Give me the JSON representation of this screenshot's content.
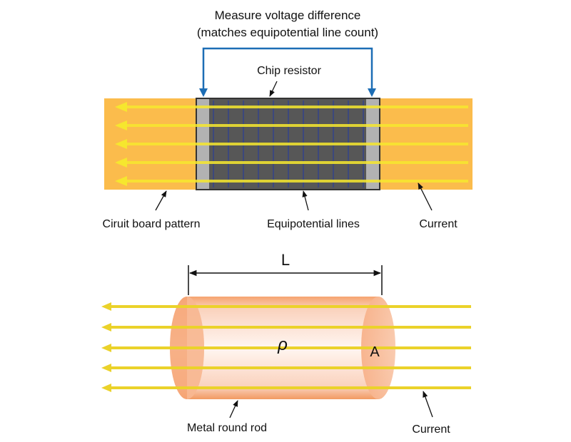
{
  "top": {
    "title_line1": "Measure voltage difference",
    "title_line2": "(matches equipotential line count)",
    "chip_resistor_label": "Chip resistor",
    "board_label": "Ciruit board pattern",
    "equipotential_label": "Equipotential lines",
    "current_label": "Current",
    "current_direction": "leftward",
    "current_line_count": 5,
    "equipotential_line_count": 11
  },
  "bottom": {
    "length_label": "L",
    "resistivity_label": "ρ",
    "area_label": "A",
    "rod_label": "Metal round rod",
    "current_label": "Current",
    "current_direction": "leftward",
    "current_line_count": 5
  },
  "colors": {
    "board": "#FBBC4C",
    "current": "#F6E72E",
    "chip_body": "#575757",
    "chip_edge": "#333333",
    "terminal": "#BDBDBD",
    "equipotential": "#2C3E97",
    "measure_wire": "#1C6DB5",
    "rod_body": "#FCE6DC",
    "rod_edge": "#F5A06A",
    "rod_end": "#F9B893"
  }
}
